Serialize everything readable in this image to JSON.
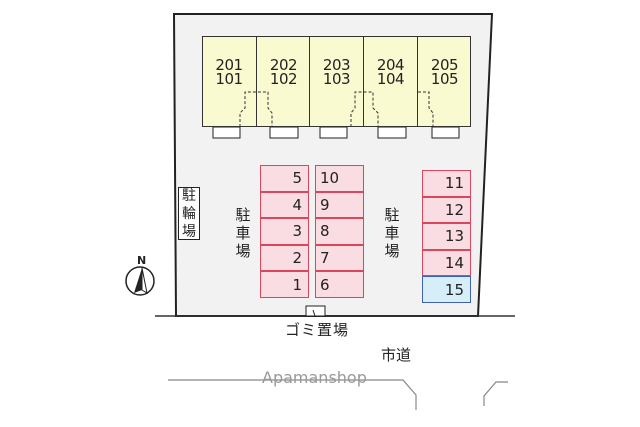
{
  "units": [
    {
      "upper": "201",
      "lower": "101"
    },
    {
      "upper": "202",
      "lower": "102"
    },
    {
      "upper": "203",
      "lower": "103"
    },
    {
      "upper": "204",
      "lower": "104"
    },
    {
      "upper": "205",
      "lower": "105"
    }
  ],
  "parking_left_col": [
    "5",
    "4",
    "3",
    "2",
    "1"
  ],
  "parking_mid_col": [
    "10",
    "9",
    "8",
    "7",
    "6"
  ],
  "parking_right_col": [
    "11",
    "12",
    "13",
    "14",
    "15"
  ],
  "labels": {
    "bicycle_parking": "駐輪場",
    "parking_left": "駐車場",
    "parking_right": "駐車場",
    "garbage": "ゴミ置場",
    "road": "市道",
    "compass_n": "N",
    "watermark": "Apamanshop"
  },
  "colors": {
    "building": "#fafad0",
    "slot": "#fadce3",
    "slot_border": "#d9465e",
    "slot_highlight": "#d6eef8",
    "lot": "#f2f2f2"
  }
}
